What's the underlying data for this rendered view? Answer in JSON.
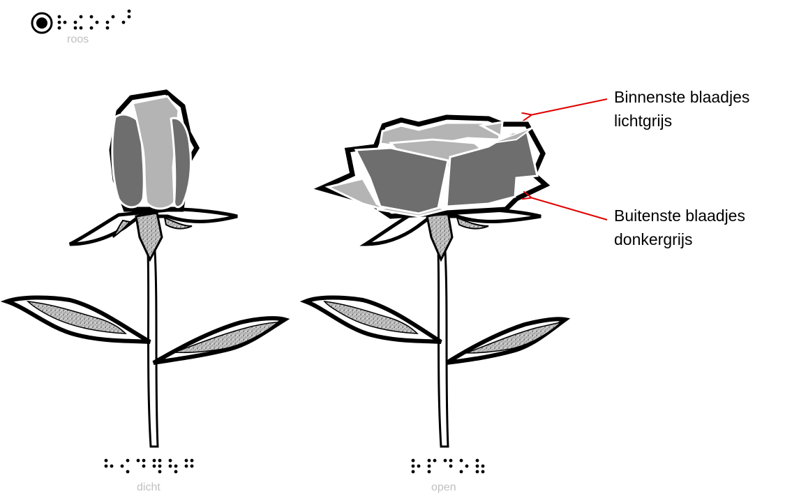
{
  "title": {
    "caption": "roos"
  },
  "roses": [
    {
      "caption": "dicht"
    },
    {
      "caption": "open"
    }
  ],
  "annotations": [
    {
      "line1": "Binnenste blaadjes",
      "line2": "lichtgrijs"
    },
    {
      "line1": "Buitenste blaadjes",
      "line2": "donkergrijs"
    }
  ],
  "colors": {
    "outline": "#000000",
    "inner_petals": "#b4b4b4",
    "outer_petals": "#6e6e6e",
    "arrow": "#e00000",
    "caption": "#c0c0c0"
  }
}
